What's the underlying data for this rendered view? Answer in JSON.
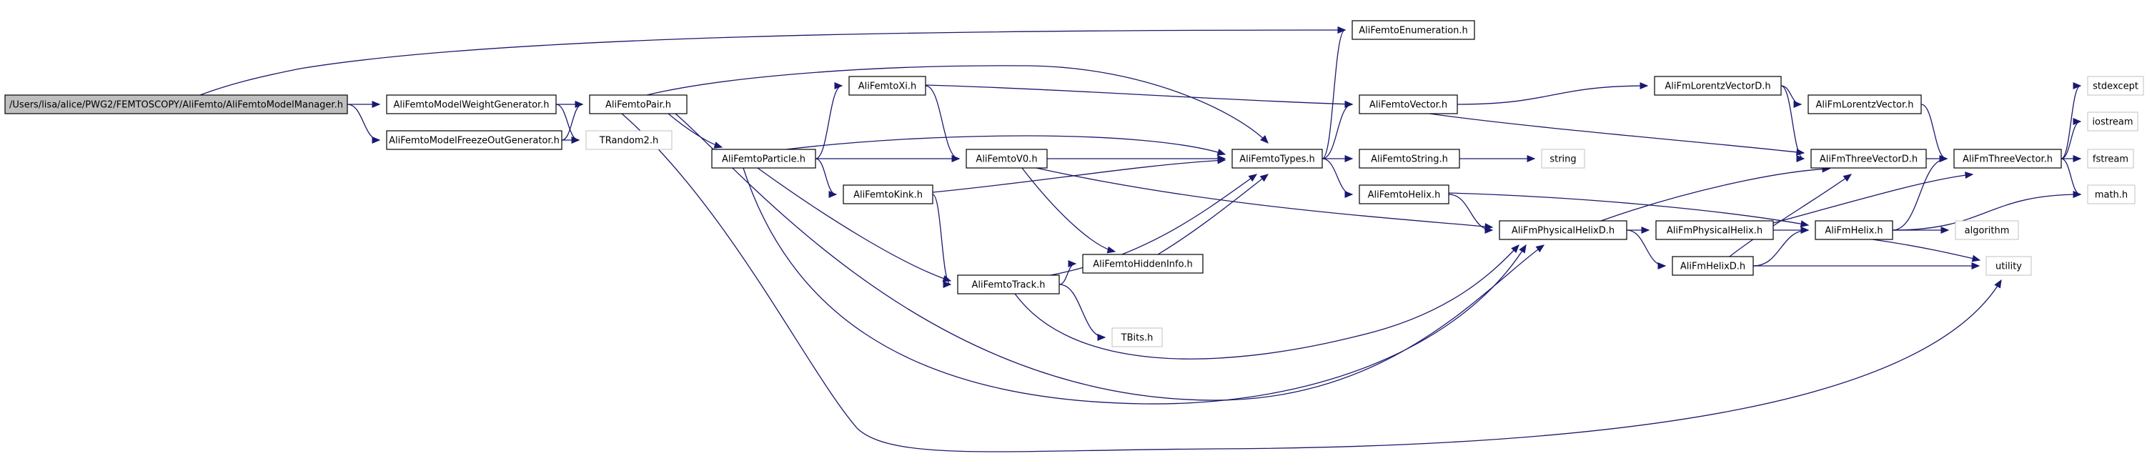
{
  "graph": {
    "nodes": [
      {
        "id": "manager",
        "label": "/Users/lisa/alice/PWG2/FEMTOSCOPY/AliFemto/AliFemtoModelManager.h",
        "kind": "root"
      },
      {
        "id": "weightgen",
        "label": "AliFemtoModelWeightGenerator.h",
        "kind": "file"
      },
      {
        "id": "freezeout",
        "label": "AliFemtoModelFreezeOutGenerator.h",
        "kind": "file"
      },
      {
        "id": "pair",
        "label": "AliFemtoPair.h",
        "kind": "file"
      },
      {
        "id": "trandom2",
        "label": "TRandom2.h",
        "kind": "external"
      },
      {
        "id": "particle",
        "label": "AliFemtoParticle.h",
        "kind": "file"
      },
      {
        "id": "xi",
        "label": "AliFemtoXi.h",
        "kind": "file"
      },
      {
        "id": "v0",
        "label": "AliFemtoV0.h",
        "kind": "file"
      },
      {
        "id": "kink",
        "label": "AliFemtoKink.h",
        "kind": "file"
      },
      {
        "id": "track",
        "label": "AliFemtoTrack.h",
        "kind": "file"
      },
      {
        "id": "hiddeninfo",
        "label": "AliFemtoHiddenInfo.h",
        "kind": "file"
      },
      {
        "id": "tbits",
        "label": "TBits.h",
        "kind": "external"
      },
      {
        "id": "enumeration",
        "label": "AliFemtoEnumeration.h",
        "kind": "file"
      },
      {
        "id": "types",
        "label": "AliFemtoTypes.h",
        "kind": "file"
      },
      {
        "id": "vector",
        "label": "AliFemtoVector.h",
        "kind": "file"
      },
      {
        "id": "string_h",
        "label": "AliFemtoString.h",
        "kind": "file"
      },
      {
        "id": "helix",
        "label": "AliFemtoHelix.h",
        "kind": "file"
      },
      {
        "id": "string",
        "label": "string",
        "kind": "external"
      },
      {
        "id": "physhelixd",
        "label": "AliFmPhysicalHelixD.h",
        "kind": "file"
      },
      {
        "id": "lorentzd",
        "label": "AliFmLorentzVectorD.h",
        "kind": "file"
      },
      {
        "id": "lorentz",
        "label": "AliFmLorentzVector.h",
        "kind": "file"
      },
      {
        "id": "threed",
        "label": "AliFmThreeVectorD.h",
        "kind": "file"
      },
      {
        "id": "physhelix",
        "label": "AliFmPhysicalHelix.h",
        "kind": "file"
      },
      {
        "id": "helixd",
        "label": "AliFmHelixD.h",
        "kind": "file"
      },
      {
        "id": "fmhelix",
        "label": "AliFmHelix.h",
        "kind": "file"
      },
      {
        "id": "three",
        "label": "AliFmThreeVector.h",
        "kind": "file"
      },
      {
        "id": "stdexcept",
        "label": "stdexcept",
        "kind": "external"
      },
      {
        "id": "iostream",
        "label": "iostream",
        "kind": "external"
      },
      {
        "id": "fstream",
        "label": "fstream",
        "kind": "external"
      },
      {
        "id": "math",
        "label": "math.h",
        "kind": "external"
      },
      {
        "id": "algorithm",
        "label": "algorithm",
        "kind": "external"
      },
      {
        "id": "utility",
        "label": "utility",
        "kind": "external"
      }
    ],
    "edges": [
      [
        "manager",
        "enumeration"
      ],
      [
        "manager",
        "weightgen"
      ],
      [
        "manager",
        "freezeout"
      ],
      [
        "weightgen",
        "pair"
      ],
      [
        "weightgen",
        "trandom2"
      ],
      [
        "freezeout",
        "pair"
      ],
      [
        "freezeout",
        "trandom2"
      ],
      [
        "pair",
        "types"
      ],
      [
        "pair",
        "particle"
      ],
      [
        "pair",
        "physhelixd"
      ],
      [
        "pair",
        "utility"
      ],
      [
        "particle",
        "xi"
      ],
      [
        "particle",
        "types"
      ],
      [
        "particle",
        "v0"
      ],
      [
        "particle",
        "kink"
      ],
      [
        "particle",
        "track"
      ],
      [
        "particle",
        "physhelixd"
      ],
      [
        "xi",
        "vector"
      ],
      [
        "xi",
        "v0"
      ],
      [
        "v0",
        "types"
      ],
      [
        "v0",
        "hiddeninfo"
      ],
      [
        "v0",
        "physhelixd"
      ],
      [
        "kink",
        "types"
      ],
      [
        "kink",
        "track"
      ],
      [
        "track",
        "types"
      ],
      [
        "track",
        "hiddeninfo"
      ],
      [
        "track",
        "tbits"
      ],
      [
        "track",
        "physhelixd"
      ],
      [
        "hiddeninfo",
        "types"
      ],
      [
        "types",
        "enumeration"
      ],
      [
        "types",
        "vector"
      ],
      [
        "types",
        "string_h"
      ],
      [
        "types",
        "helix"
      ],
      [
        "string_h",
        "string"
      ],
      [
        "vector",
        "lorentzd"
      ],
      [
        "vector",
        "threed"
      ],
      [
        "helix",
        "physhelixd"
      ],
      [
        "helix",
        "fmhelix"
      ],
      [
        "lorentzd",
        "lorentz"
      ],
      [
        "lorentzd",
        "threed"
      ],
      [
        "lorentz",
        "three"
      ],
      [
        "threed",
        "three"
      ],
      [
        "physhelixd",
        "threed"
      ],
      [
        "physhelixd",
        "physhelix"
      ],
      [
        "physhelixd",
        "helixd"
      ],
      [
        "physhelix",
        "fmhelix"
      ],
      [
        "physhelix",
        "three"
      ],
      [
        "helixd",
        "fmhelix"
      ],
      [
        "helixd",
        "threed"
      ],
      [
        "helixd",
        "utility"
      ],
      [
        "fmhelix",
        "three"
      ],
      [
        "fmhelix",
        "math"
      ],
      [
        "fmhelix",
        "algorithm"
      ],
      [
        "fmhelix",
        "utility"
      ],
      [
        "three",
        "stdexcept"
      ],
      [
        "three",
        "iostream"
      ],
      [
        "three",
        "fstream"
      ],
      [
        "three",
        "math"
      ]
    ],
    "colors": {
      "edge": "#191970",
      "root_fill": "#bfbfbf",
      "node_border": "#000000",
      "external_border": "#c0c0c0"
    }
  }
}
